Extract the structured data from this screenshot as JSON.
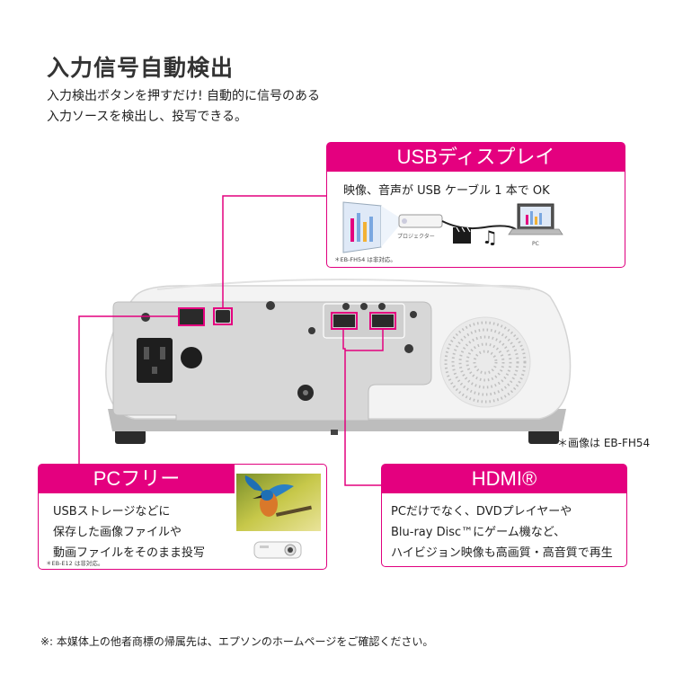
{
  "title": "入力信号自動検出",
  "lead": {
    "line1": "入力検出ボタンを押すだけ! 自動的に信号のある",
    "line2": "入力ソースを検出し、投写できる。"
  },
  "usb_card": {
    "heading": "USBディスプレイ",
    "body": "映像、音声が USB ケーブル 1 本で OK",
    "projector_label": "プロジェクター",
    "pc_label": "PC",
    "note": "＊EB-FH54 は非対応。"
  },
  "image_note": "＊画像は EB-FH54",
  "pc_card": {
    "heading": "PCフリー",
    "lines": [
      "USBストレージなどに",
      "保存した画像ファイルや",
      "動画ファイルをそのまま投写"
    ],
    "note": "＊EB-E12 は非対応。"
  },
  "hdmi_card": {
    "heading": "HDMI®",
    "lines": [
      "PCだけでなく、DVDプレイヤーや",
      "Blu-ray Disc™にゲーム機など、",
      "ハイビジョン映像も高画質・高音質で再生"
    ]
  },
  "footer": "※: 本媒体上の他者商標の帰属先は、エプソンのホームページをご確認ください。",
  "colors": {
    "accent": "#e4007f",
    "projector_body": "#f2f2f2",
    "panel": "#d9d9d9"
  }
}
